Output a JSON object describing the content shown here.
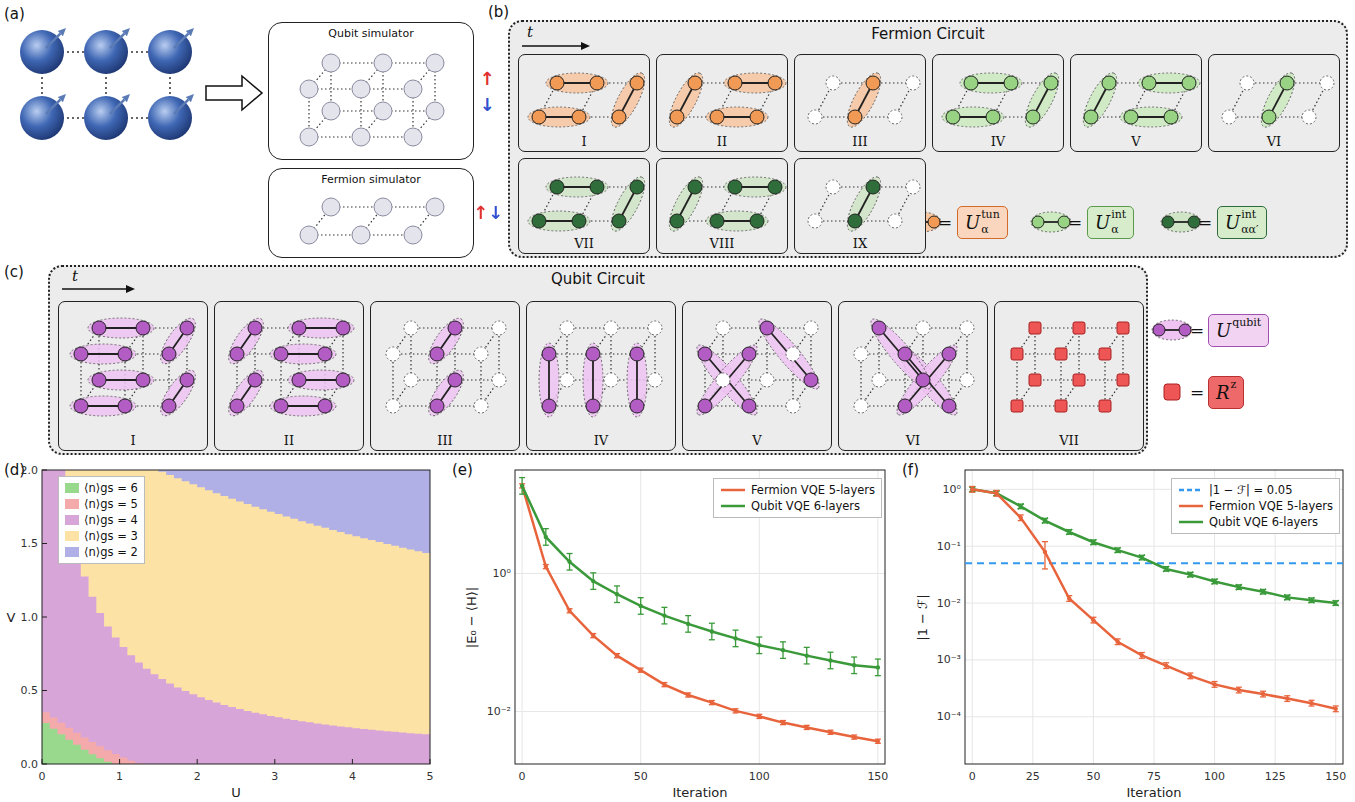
{
  "diagram": {
    "nodes": [
      {
        "text": [
          "Qubit simulator"
        ]
      },
      {
        "text": [
          "Fermion simulator"
        ]
      },
      {
        "text": [
          "Fermion Circuit"
        ]
      },
      {
        "text": [
          "I"
        ],
        "in": 2
      },
      {
        "text": [
          "II"
        ],
        "in": 2
      },
      {
        "text": [
          "III"
        ],
        "in": 2
      },
      {
        "text": [
          "IV"
        ],
        "in": 2
      },
      {
        "text": [
          "V"
        ],
        "in": 2
      },
      {
        "text": [
          "VI"
        ],
        "in": 2
      },
      {
        "text": [
          "VII"
        ],
        "in": 2
      },
      {
        "text": [
          "VIII"
        ],
        "in": 2
      },
      {
        "text": [
          "IX"
        ],
        "in": 2
      },
      {
        "text": [
          "U",
          "tun",
          "α"
        ],
        "in": 2
      },
      {
        "text": [
          "U",
          "int",
          "α"
        ],
        "in": 2
      },
      {
        "text": [
          "U",
          "int",
          "αα′"
        ],
        "in": 2
      },
      {
        "text": [
          "Qubit Circuit"
        ]
      },
      {
        "text": [
          "I"
        ],
        "in": 15
      },
      {
        "text": [
          "II"
        ],
        "in": 15
      },
      {
        "text": [
          "III"
        ],
        "in": 15
      },
      {
        "text": [
          "IV"
        ],
        "in": 15
      },
      {
        "text": [
          "V"
        ],
        "in": 15
      },
      {
        "text": [
          "VI"
        ],
        "in": 15
      },
      {
        "text": [
          "VII"
        ],
        "in": 15
      },
      {
        "text": [
          "U",
          "qubit"
        ]
      },
      {
        "text": [
          "R",
          "z"
        ]
      }
    ],
    "labels": [
      "(a)",
      "(b)",
      "(c)",
      "(d)",
      "(e)",
      "(f)",
      "↑",
      "↓",
      "↑↓",
      "t",
      "=",
      "=",
      "=",
      "t",
      "=",
      "=",
      "0.0",
      "0.5",
      "1.0",
      "1.5",
      "2.0",
      "0",
      "1",
      "2",
      "3",
      "4",
      "5",
      "V",
      "U",
      "10⁰",
      "10⁻²",
      "0",
      "50",
      "100",
      "150",
      "Iteration",
      "|E₀ − ⟨H⟩|",
      "10⁰",
      "10⁻¹",
      "10⁻²",
      "10⁻³",
      "10⁻⁴",
      "0",
      "25",
      "50",
      "75",
      "100",
      "125",
      "150",
      "Iteration",
      "|1 − ℱ|"
    ],
    "legend": [
      {
        "text": "⟨n⟩gs = 6",
        "color": "#98d98e"
      },
      {
        "text": "⟨n⟩gs = 5",
        "color": "#f4a9ab"
      },
      {
        "text": "⟨n⟩gs = 4",
        "color": "#d8a5d8"
      },
      {
        "text": "⟨n⟩gs = 3",
        "color": "#fde2a6"
      },
      {
        "text": "⟨n⟩gs = 2",
        "color": "#b0b0e6"
      },
      {
        "text": "Fermion VQE 5-layers"
      },
      {
        "text": "Qubit VQE 6-layers"
      },
      {
        "text": "|1 − ℱ| = 0.05"
      },
      {
        "text": "Fermion VQE 5-layers"
      },
      {
        "text": "Qubit VQE 6-layers"
      }
    ]
  }
}
